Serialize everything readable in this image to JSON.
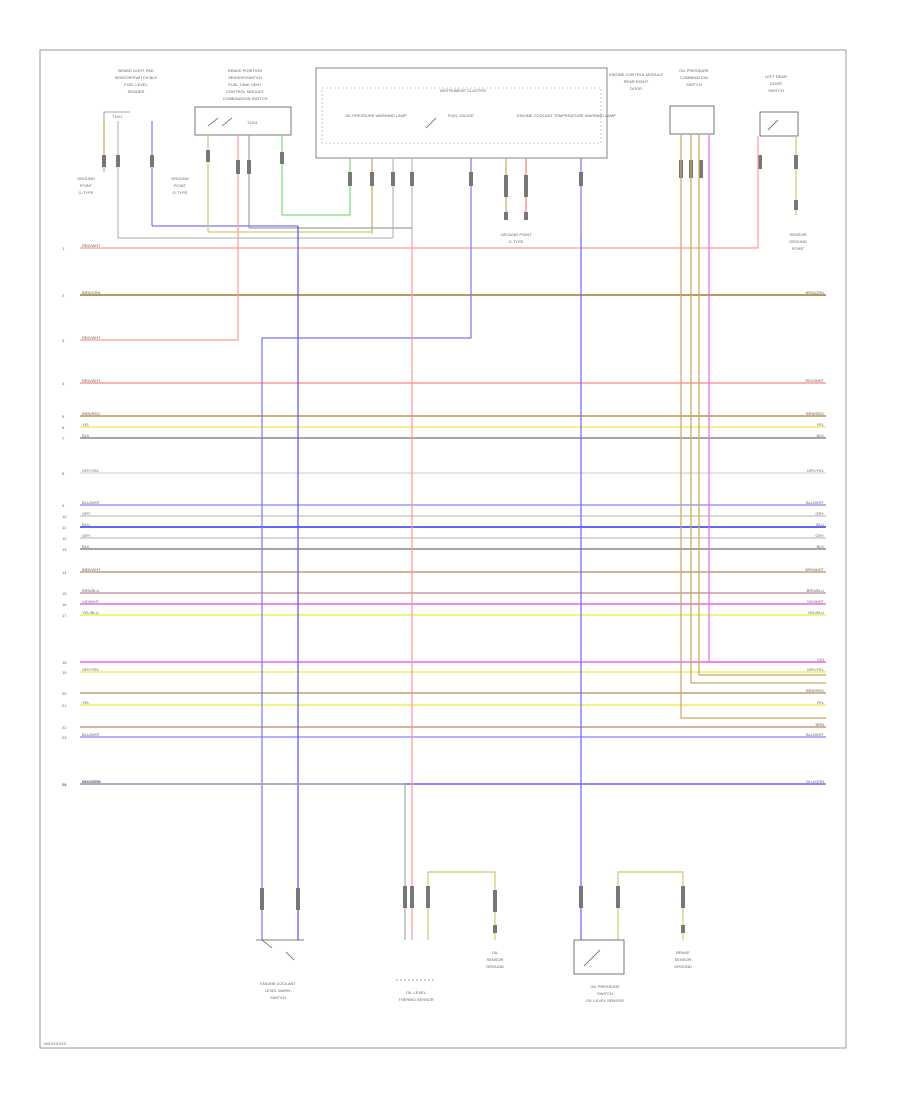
{
  "diagram": {
    "footer_code": "WXXXXXXX",
    "components": {
      "top_left_block": {
        "lines": [
          "BRAKE LIGHT PAD",
          "SENSOR/SWITCH BLK",
          "FUEL LEVEL",
          "SENDER"
        ]
      },
      "top_left_connector": {
        "label": "T10/1"
      },
      "top_block_2": {
        "lines": [
          "BRAKE POSITION",
          "SENSOR/SWITCH",
          "FUEL TANK VENT",
          "CONTROL MODULE",
          "COMBINATION SWITCH"
        ]
      },
      "top_block_2_connector": {
        "label": "T10/4"
      },
      "instrument_cluster": {
        "title": "INSTRUMENT CLUSTER",
        "items": [
          "OIL PRESSURE WARNING LAMP",
          "FUEL GAUGE",
          "ENGINE COOLANT TEMPERATURE WARNING LAMP"
        ]
      },
      "top_right_block": {
        "lines": [
          "ENGINE CONTROL MODULE",
          "REAR RIGHT",
          "DOOR"
        ]
      },
      "top_right_block_2": {
        "lines": [
          "OIL PRESSURE",
          "COMBINATION",
          "SWITCH"
        ]
      },
      "top_far_right": {
        "lines": [
          "LEFT REAR",
          "DOOR",
          "SWITCH"
        ]
      },
      "ground_left_1": {
        "lines": [
          "GROUND",
          "POINT",
          "G-TYPE"
        ]
      },
      "ground_left_2": {
        "lines": [
          "GROUND",
          "POINT",
          "G-TYPE"
        ]
      },
      "ground_mid": {
        "lines": [
          "GROUND POINT",
          "G-TYPE"
        ]
      },
      "ground_right": {
        "lines": [
          "SENSOR",
          "GROUND",
          "POINT"
        ]
      },
      "bottom_1": {
        "lines": [
          "ENGINE COOLANT",
          "LEVEL WARN.",
          "SWITCH"
        ]
      },
      "bottom_2": {
        "lines": [
          "OIL LEVEL",
          "THERMO SENSOR"
        ]
      },
      "bottom_3": {
        "lines": [
          "OIL",
          "SENSOR",
          "GROUND"
        ]
      },
      "bottom_4": {
        "lines": [
          "OIL PRESSURE",
          "SWITCH",
          "OIL LEVEL SENSOR"
        ]
      },
      "bottom_5": {
        "lines": [
          "BRAKE",
          "SENSOR",
          "GROUND"
        ]
      }
    },
    "wires": [
      {
        "left_label": "RED/WHT",
        "right_label": "",
        "num": "1",
        "color": "#ff9999"
      },
      {
        "left_label": "BRN/GRN",
        "right_label": "BRN/GRN",
        "num": "2",
        "color": "#a07828"
      },
      {
        "left_label": "RED/WHT",
        "right_label": "",
        "num": "3",
        "color": "#ff9999"
      },
      {
        "left_label": "RED/WHT",
        "right_label": "RED/WHT",
        "num": "4",
        "color": "#ff9999"
      },
      {
        "left_label": "BRN/RED",
        "right_label": "BRN/RED",
        "num": "5",
        "color": "#c09058"
      },
      {
        "left_label": "YEL",
        "right_label": "YEL",
        "num": "6",
        "color": "#eeee66"
      },
      {
        "left_label": "BLK",
        "right_label": "BLK",
        "num": "7",
        "color": "#888888"
      },
      {
        "left_label": "GRY/YEL",
        "right_label": "GRY/YEL",
        "num": "8",
        "color": "#dddddd"
      },
      {
        "left_label": "BLU/WHT",
        "right_label": "BLU/WHT",
        "num": "9",
        "color": "#9999ff"
      },
      {
        "left_label": "GRY",
        "right_label": "GRY",
        "num": "10",
        "color": "#cccccc"
      },
      {
        "left_label": "BLU",
        "right_label": "BLU",
        "num": "11",
        "color": "#3333ee"
      },
      {
        "left_label": "GRY",
        "right_label": "GRY",
        "num": "12",
        "color": "#cccccc"
      },
      {
        "left_label": "BLK",
        "right_label": "BLK",
        "num": "13",
        "color": "#888888"
      },
      {
        "left_label": "BRN/WHT",
        "right_label": "BRN/WHT",
        "num": "14",
        "color": "#c0a070"
      },
      {
        "left_label": "BRN/BLU",
        "right_label": "BRN/BLU",
        "num": "15",
        "color": "#c0a0a0"
      },
      {
        "left_label": "VIO/WHT",
        "right_label": "VIO/WHT",
        "num": "16",
        "color": "#ee66ee"
      },
      {
        "left_label": "YEL/BLU",
        "right_label": "YEL/BLU",
        "num": "17",
        "color": "#eeee66"
      },
      {
        "left_label": "",
        "right_label": "VIO",
        "num": "18",
        "color": "#ee66ee"
      },
      {
        "left_label": "GRY/YEL",
        "right_label": "GRY/YEL",
        "num": "19",
        "color": "#eeee66"
      },
      {
        "left_label": "",
        "right_label": "BRN/RED",
        "num": "20",
        "color": "#c0a070"
      },
      {
        "left_label": "YEL",
        "right_label": "YEL",
        "num": "21",
        "color": "#eeee66"
      },
      {
        "left_label": "",
        "right_label": "BRN",
        "num": "22",
        "color": "#c0a070"
      },
      {
        "left_label": "BLU/WHT",
        "right_label": "BLU/WHT",
        "num": "23",
        "color": "#9999ff"
      },
      {
        "left_label": "BLU/GRN",
        "right_label": "BLU/GRN",
        "num": "24",
        "color": "#6666ff"
      },
      {
        "left_label": "GRY/GRN",
        "right_label": "",
        "num": "25",
        "color": "#aaaaaa"
      }
    ]
  }
}
